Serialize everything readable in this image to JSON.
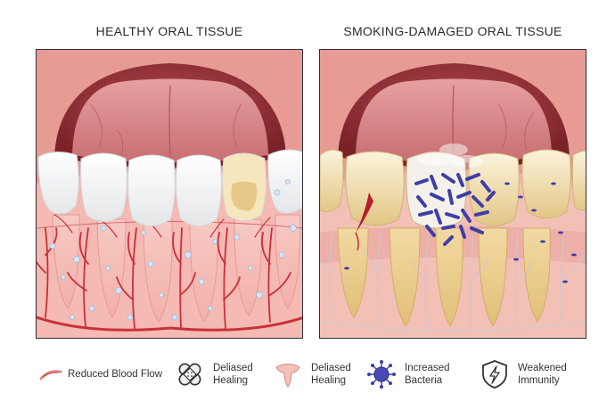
{
  "panels": {
    "left": {
      "title": "HEALTHY ORAL TISSUE"
    },
    "right": {
      "title": "SMOKING-DAMAGED ORAL TISSUE"
    }
  },
  "legend": [
    {
      "icon": "vessel-icon",
      "label": "Reduced Blood Flow"
    },
    {
      "icon": "bandage-icon",
      "label": "Deliased Healing"
    },
    {
      "icon": "tooth-root-icon",
      "label": "Deliased Healing"
    },
    {
      "icon": "bacteria-icon",
      "label": "Increased Bacteria"
    },
    {
      "icon": "shield-lightning-icon",
      "label": "Weakened Immunity"
    }
  ],
  "colors": {
    "gum": "#f3b4ad",
    "lip": "#e58f8c",
    "mouth_interior": "#8c2e33",
    "tongue": "#d98383",
    "tooth": "#fbfbf8",
    "stained_tooth": "#ead29b",
    "vessel": "#c9303a",
    "bacteria": "#3e3ea8",
    "border": "#2f2f3a"
  }
}
